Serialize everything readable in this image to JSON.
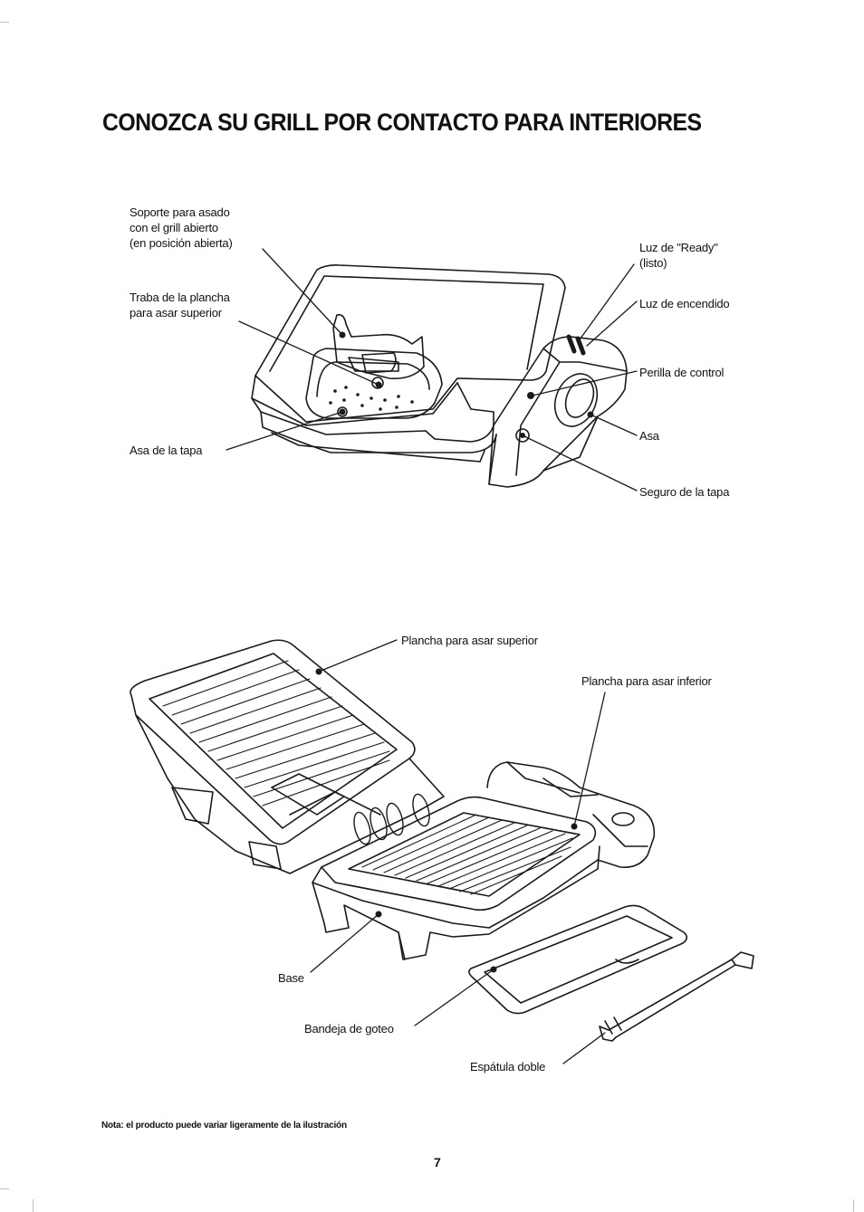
{
  "page": {
    "title": "CONOZCA SU GRILL POR CONTACTO PARA INTERIORES",
    "note": "Nota: el producto puede variar ligeramente de la ilustración",
    "page_number": "7"
  },
  "figure_closed": {
    "labels": {
      "soporte": [
        "Soporte para asado",
        "con el grill abierto",
        "(en posición abierta)"
      ],
      "traba": [
        "Traba de la plancha",
        "para asar superior"
      ],
      "asa_tapa": "Asa de la tapa",
      "luz_ready": [
        "Luz de \"Ready\"",
        "(listo)"
      ],
      "luz_encendido": "Luz de encendido",
      "perilla": "Perilla de control",
      "asa": "Asa",
      "seguro": "Seguro de la tapa"
    }
  },
  "figure_open": {
    "labels": {
      "plancha_superior": "Plancha para asar superior",
      "plancha_inferior": "Plancha para asar inferior",
      "base": "Base",
      "bandeja": "Bandeja de goteo",
      "espatula": "Espátula doble"
    }
  }
}
